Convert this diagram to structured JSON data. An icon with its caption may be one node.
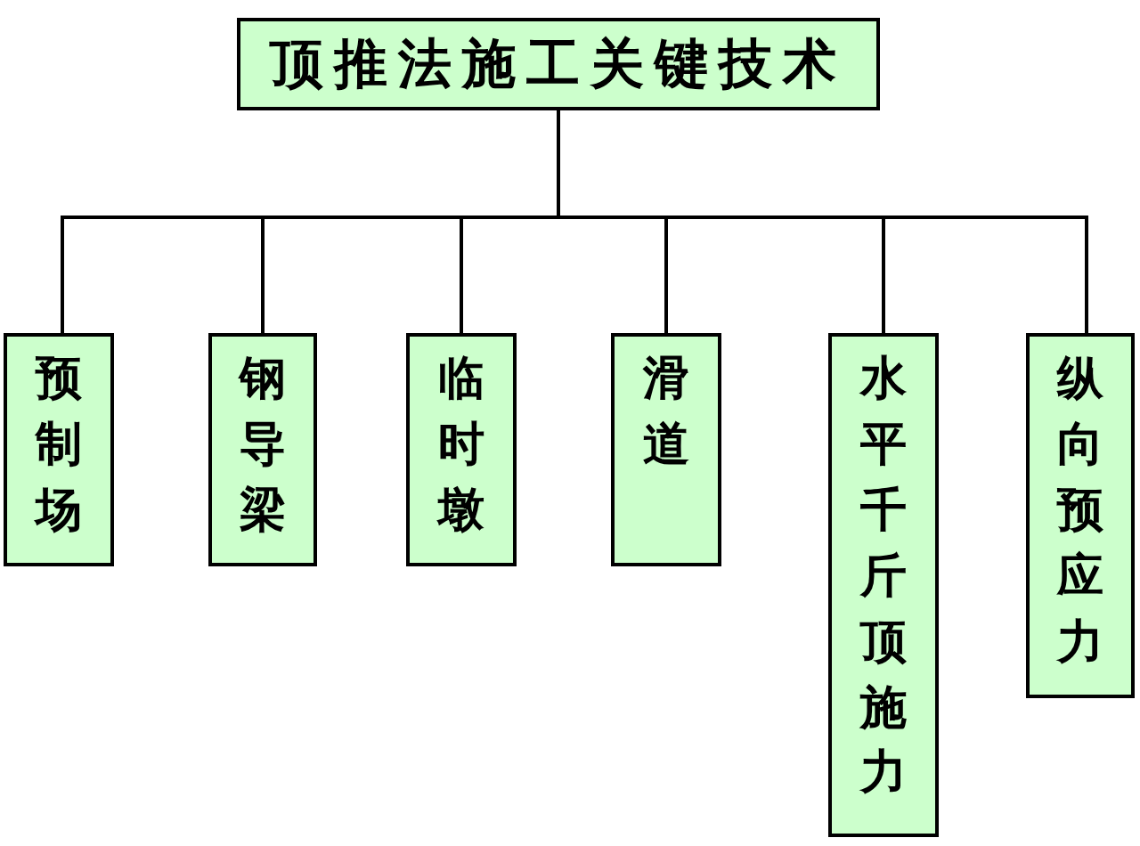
{
  "diagram": {
    "nodes": [
      {
        "text": [
          "顶推法施工关键技术"
        ]
      },
      {
        "text": [
          "预制场"
        ]
      },
      {
        "text": [
          "钢导梁"
        ]
      },
      {
        "text": [
          "临时墩"
        ]
      },
      {
        "text": [
          "滑道"
        ]
      },
      {
        "text": [
          "水平千斤顶施力"
        ]
      },
      {
        "text": [
          "纵向预应力"
        ]
      }
    ],
    "edges": [
      {
        "from": 0,
        "to": 1,
        "arrow": "none"
      },
      {
        "from": 0,
        "to": 2,
        "arrow": "none"
      },
      {
        "from": 0,
        "to": 3,
        "arrow": "none"
      },
      {
        "from": 0,
        "to": 4,
        "arrow": "none"
      },
      {
        "from": 0,
        "to": 5,
        "arrow": "none"
      },
      {
        "from": 0,
        "to": 6,
        "arrow": "none"
      }
    ]
  }
}
